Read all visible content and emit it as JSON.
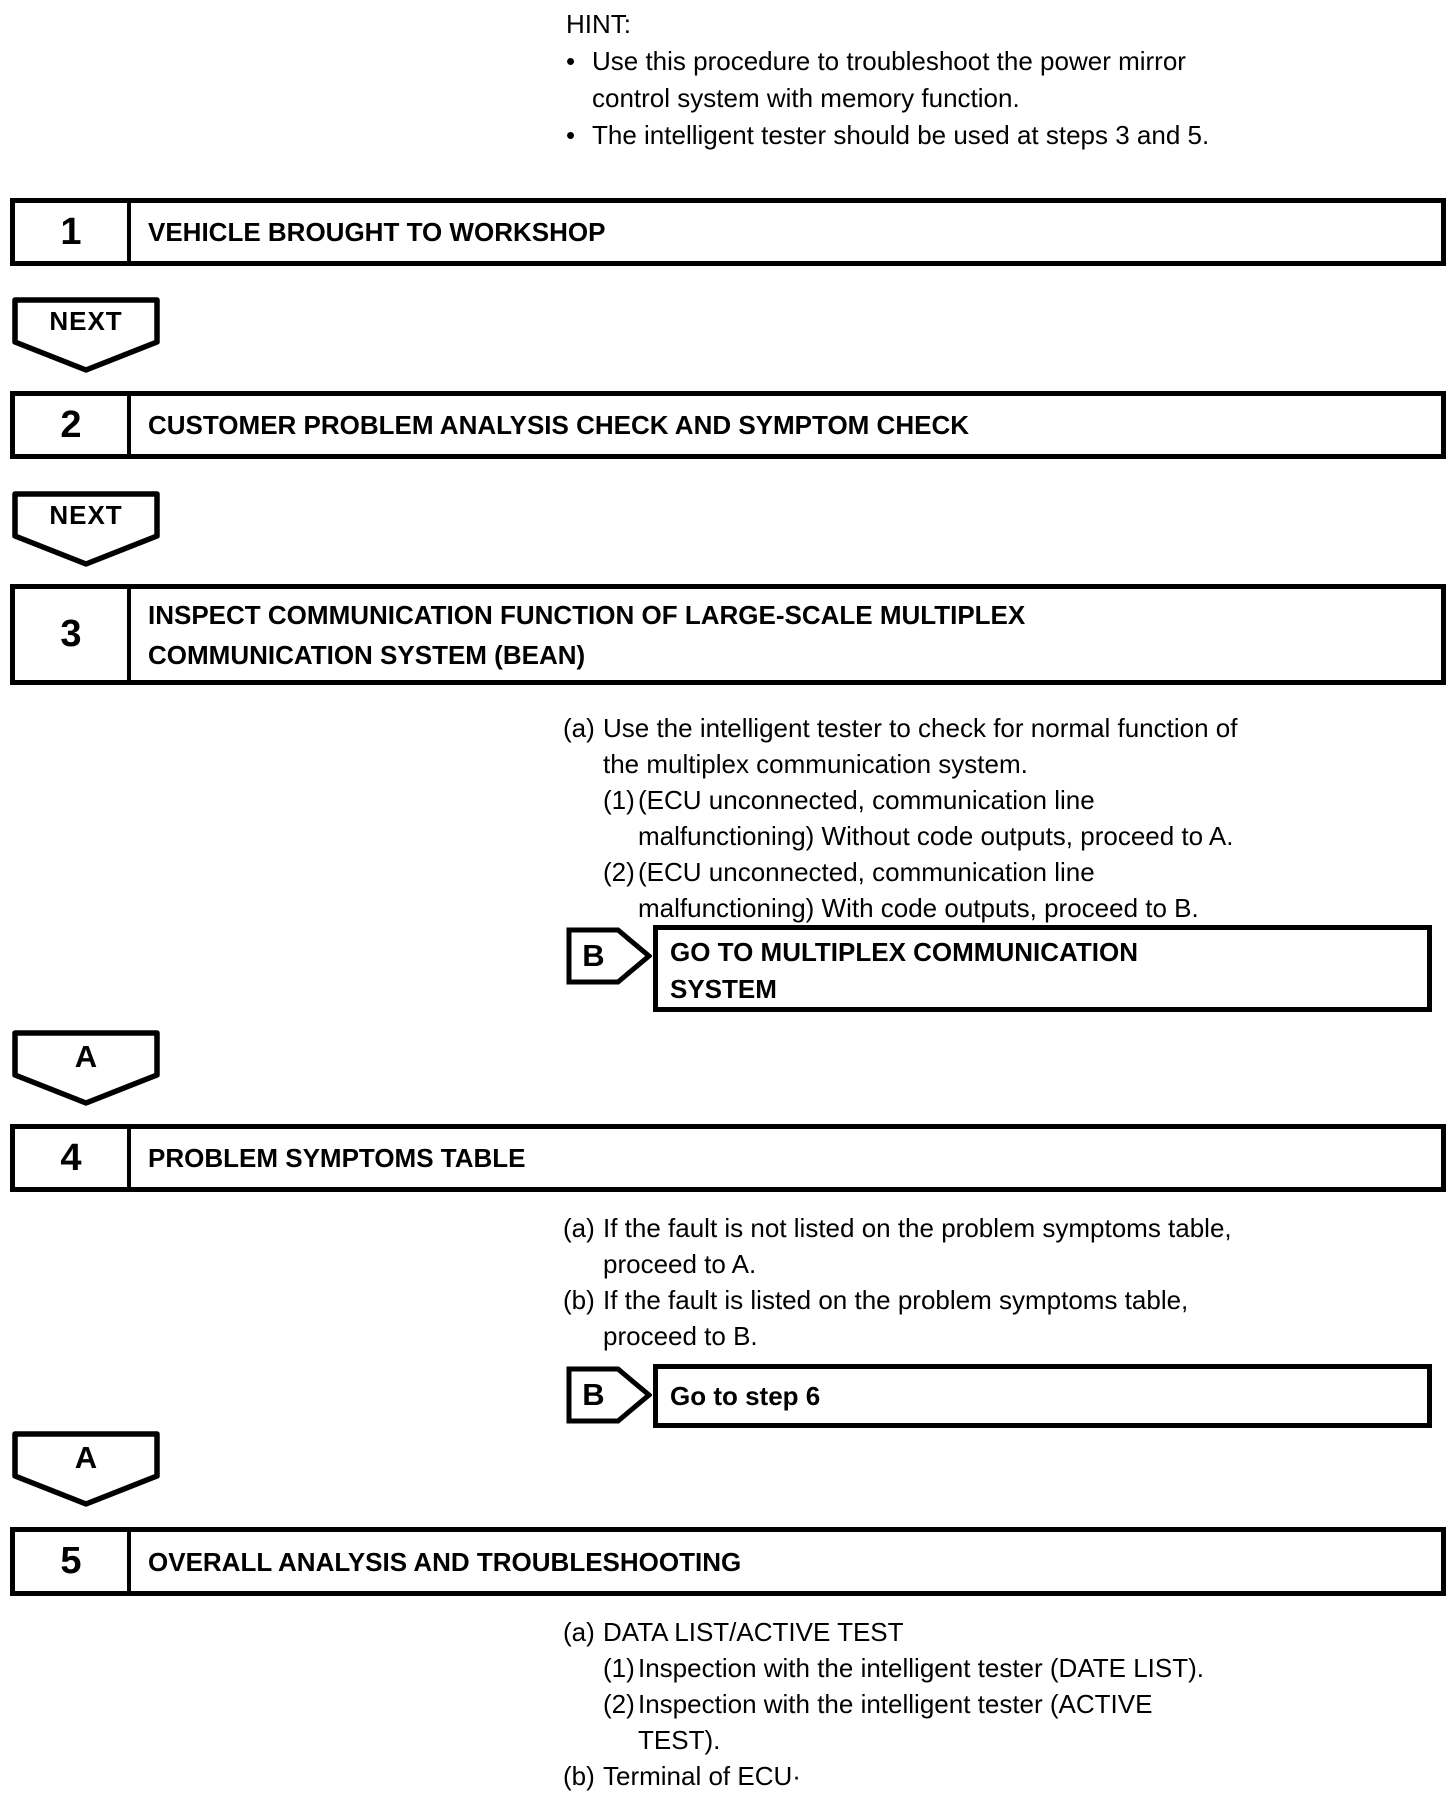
{
  "colors": {
    "ink": "#000000",
    "paper": "#ffffff"
  },
  "hint": {
    "label": "HINT:",
    "bullet_glyph": "•",
    "bullets": [
      "Use this procedure to troubleshoot the power mirror\ncontrol system with memory function.",
      "The intelligent tester should be used at steps 3 and 5."
    ]
  },
  "steps": [
    {
      "number": "1",
      "title": "VEHICLE BROUGHT TO WORKSHOP"
    },
    {
      "number": "2",
      "title": "CUSTOMER PROBLEM ANALYSIS CHECK AND SYMPTOM CHECK"
    },
    {
      "number": "3",
      "title": "INSPECT COMMUNICATION FUNCTION OF LARGE-SCALE MULTIPLEX\nCOMMUNICATION SYSTEM (BEAN)"
    },
    {
      "number": "4",
      "title": "PROBLEM SYMPTOMS TABLE"
    },
    {
      "number": "5",
      "title": "OVERALL ANALYSIS AND TROUBLESHOOTING"
    }
  ],
  "connectors": {
    "next1": "NEXT",
    "next2": "NEXT",
    "a1": "A",
    "a2": "A",
    "b1": {
      "label": "B",
      "target": "GO TO MULTIPLEX COMMUNICATION\nSYSTEM"
    },
    "b2": {
      "label": "B",
      "target": "Go to step 6"
    }
  },
  "step3_notes": [
    {
      "label": "(a)",
      "text": "Use the intelligent tester to check for normal function of\nthe multiplex communication system."
    },
    {
      "label": "(1)",
      "text": "(ECU unconnected, communication line\nmalfunctioning) Without code outputs, proceed to A."
    },
    {
      "label": "(2)",
      "text": "(ECU unconnected, communication line\nmalfunctioning) With code outputs, proceed to B."
    }
  ],
  "step4_notes": [
    {
      "label": "(a)",
      "text": "If the fault is not listed on the problem symptoms table,\nproceed to A."
    },
    {
      "label": "(b)",
      "text": "If the fault is listed on the problem symptoms table,\nproceed to B."
    }
  ],
  "step5_notes": [
    {
      "label": "(a)",
      "text": "DATA LIST/ACTIVE TEST"
    },
    {
      "label": "(1)",
      "text": "Inspection with the intelligent tester (DATE LIST)."
    },
    {
      "label": "(2)",
      "text": "Inspection with the intelligent tester (ACTIVE\nTEST)."
    },
    {
      "label": "(b)",
      "text": "Terminal of ECU·"
    }
  ]
}
